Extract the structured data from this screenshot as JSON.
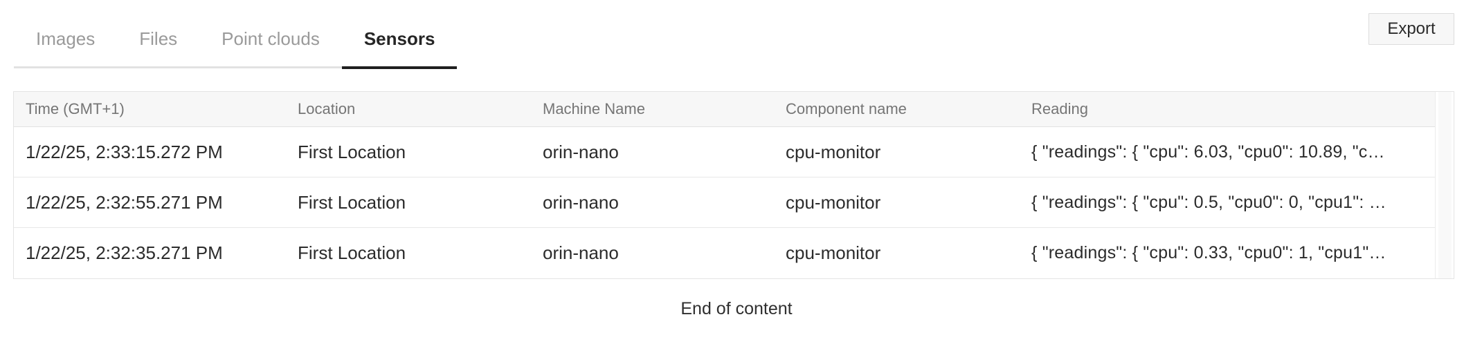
{
  "tabs": {
    "items": [
      {
        "label": "Images",
        "active": false
      },
      {
        "label": "Files",
        "active": false
      },
      {
        "label": "Point clouds",
        "active": false
      },
      {
        "label": "Sensors",
        "active": true
      }
    ]
  },
  "toolbar": {
    "export_label": "Export"
  },
  "table": {
    "columns": [
      "Time (GMT+1)",
      "Location",
      "Machine Name",
      "Component name",
      "Reading"
    ],
    "rows": [
      {
        "time": "1/22/25, 2:33:15.272 PM",
        "location": "First Location",
        "machine": "orin-nano",
        "component": "cpu-monitor",
        "reading": "{ \"readings\": { \"cpu\": 6.03, \"cpu0\": 10.89, \"c…"
      },
      {
        "time": "1/22/25, 2:32:55.271 PM",
        "location": "First Location",
        "machine": "orin-nano",
        "component": "cpu-monitor",
        "reading": "{ \"readings\": { \"cpu\": 0.5, \"cpu0\": 0, \"cpu1\": …"
      },
      {
        "time": "1/22/25, 2:32:35.271 PM",
        "location": "First Location",
        "machine": "orin-nano",
        "component": "cpu-monitor",
        "reading": "{ \"readings\": { \"cpu\": 0.33, \"cpu0\": 1, \"cpu1\"…"
      }
    ]
  },
  "footer": {
    "end_message": "End of content"
  },
  "colors": {
    "active_tab": "#1f1f1f",
    "inactive_tab_text": "#9a9a9a",
    "header_bg": "#f7f7f7",
    "border": "#e4e4e4"
  }
}
